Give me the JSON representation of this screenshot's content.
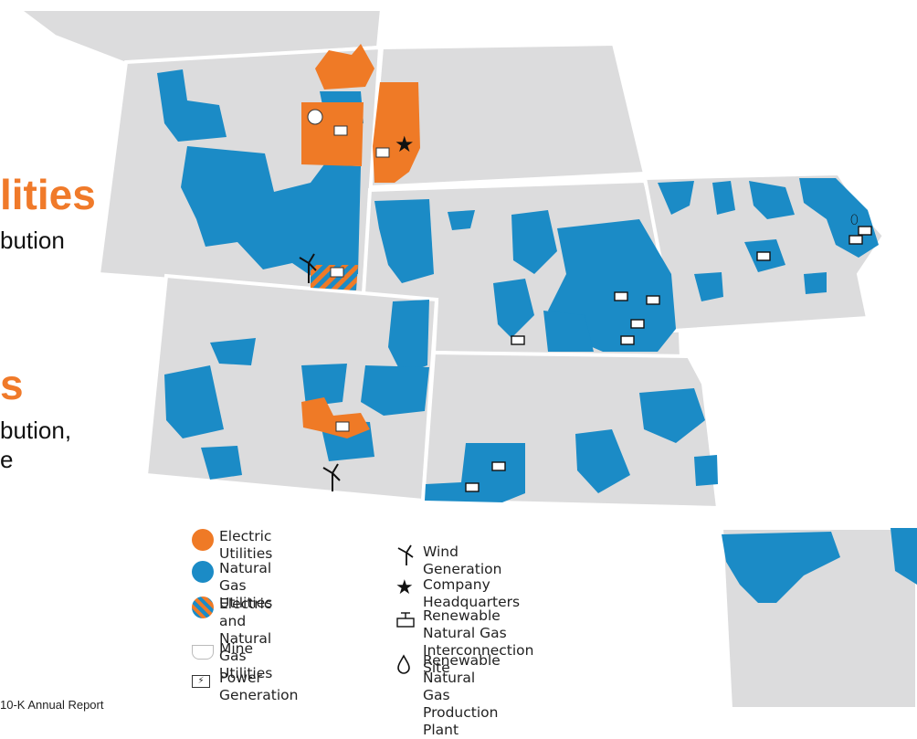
{
  "slide": {
    "heading_1": "lities",
    "body_1": "bution",
    "heading_2": "s",
    "body_2_line1": "bution,",
    "body_2_line2": "e",
    "footnote": "10-K Annual Report"
  },
  "legend": {
    "items": [
      {
        "icon": "orange-circle",
        "label": "Electric Utilities"
      },
      {
        "icon": "blue-circle",
        "label": "Natural Gas Utilities"
      },
      {
        "icon": "striped-circle",
        "label": "Electric and\nNatural Gas Utilities"
      },
      {
        "icon": "mine-cart-icon",
        "label": "Mine"
      },
      {
        "icon": "power-plant-icon",
        "label": "Power Generation"
      },
      {
        "icon": "wind-turbine-icon",
        "label": "Wind Generation"
      },
      {
        "icon": "star-icon",
        "label": "Company Headquarters"
      },
      {
        "icon": "rng-valve-icon",
        "label": "Renewable Natural Gas\nInterconnection Site"
      },
      {
        "icon": "flame-drop-icon",
        "label": "Renewable Natural Gas\nProduction Plant"
      }
    ]
  },
  "colors": {
    "electric": "#ef7a26",
    "gas": "#1b8bc6",
    "state": "#dcdcdd",
    "border": "#ffffff"
  }
}
